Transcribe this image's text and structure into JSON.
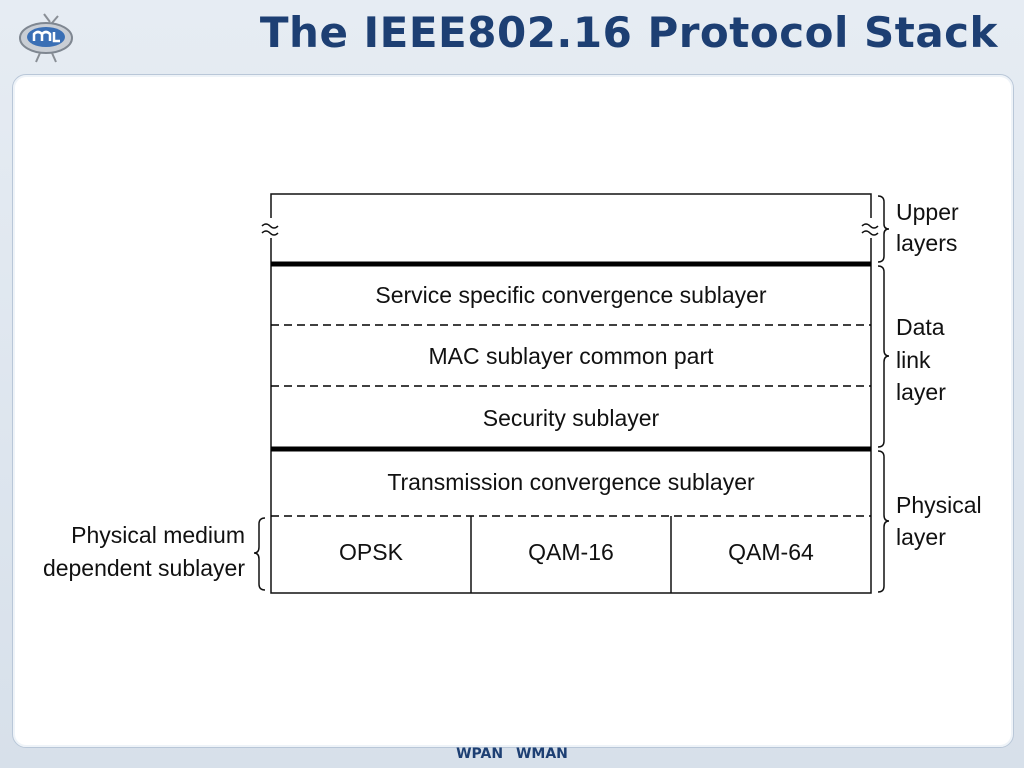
{
  "title": "The IEEE802.16 Protocol Stack",
  "footer": {
    "left": "WPAN",
    "right": "WMAN"
  },
  "stack": {
    "sublayers": [
      "Service specific convergence sublayer",
      "MAC sublayer common part",
      "Security sublayer",
      "Transmission convergence sublayer"
    ],
    "modulations": [
      "OPSK",
      "QAM-16",
      "QAM-64"
    ]
  },
  "brackets": {
    "upper": [
      "Upper",
      "layers"
    ],
    "data_link": [
      "Data",
      "link",
      "layer"
    ],
    "physical": [
      "Physical",
      "layer"
    ],
    "pmd": [
      "Physical medium",
      "dependent sublayer"
    ]
  },
  "colors": {
    "title": "#1d3f73",
    "text": "#111111"
  }
}
